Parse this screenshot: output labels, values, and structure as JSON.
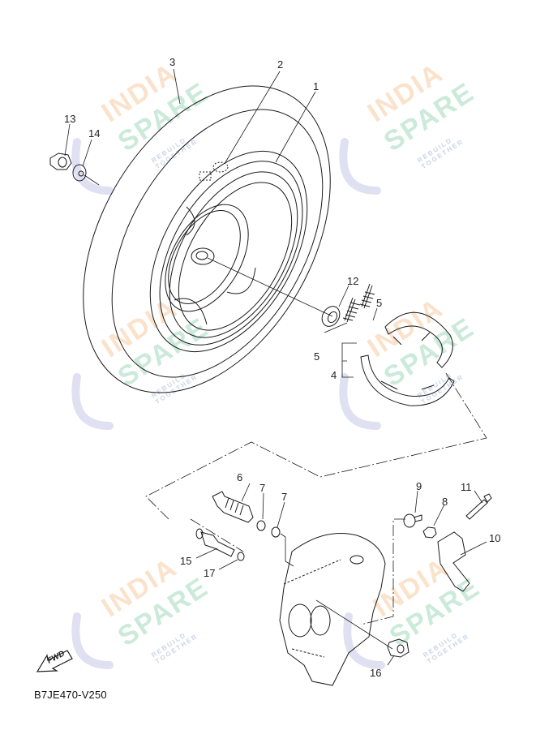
{
  "diagram": {
    "title_code": "B7JE470-V250",
    "fwd_label": "FWD",
    "watermark": {
      "line1": "INDIA",
      "line2": "SPARE",
      "tagline": "REBUILD TOGETHER",
      "colors": {
        "india": "#f9d7b6",
        "spare": "#bfe5d2",
        "logo": "#d9dbef"
      }
    },
    "callouts": [
      {
        "id": "1",
        "label": "1",
        "part": "rear wheel rim"
      },
      {
        "id": "2",
        "label": "2",
        "part": "valve"
      },
      {
        "id": "3",
        "label": "3",
        "part": "tire"
      },
      {
        "id": "4",
        "label": "4",
        "part": "brake shoe kit"
      },
      {
        "id": "5a",
        "label": "5",
        "part": "spring"
      },
      {
        "id": "5b",
        "label": "5",
        "part": "spring"
      },
      {
        "id": "6",
        "label": "6",
        "part": "camshaft"
      },
      {
        "id": "7a",
        "label": "7",
        "part": "o-ring"
      },
      {
        "id": "7b",
        "label": "7",
        "part": "o-ring"
      },
      {
        "id": "8",
        "label": "8",
        "part": "washer"
      },
      {
        "id": "9",
        "label": "9",
        "part": "indicator plate"
      },
      {
        "id": "10",
        "label": "10",
        "part": "camshaft lever"
      },
      {
        "id": "11",
        "label": "11",
        "part": "bolt"
      },
      {
        "id": "12",
        "label": "12",
        "part": "washer"
      },
      {
        "id": "13",
        "label": "13",
        "part": "nut"
      },
      {
        "id": "14",
        "label": "14",
        "part": "washer"
      },
      {
        "id": "15",
        "label": "15",
        "part": "bolt"
      },
      {
        "id": "16",
        "label": "16",
        "part": "nut"
      },
      {
        "id": "17",
        "label": "17",
        "part": "o-ring"
      }
    ]
  }
}
